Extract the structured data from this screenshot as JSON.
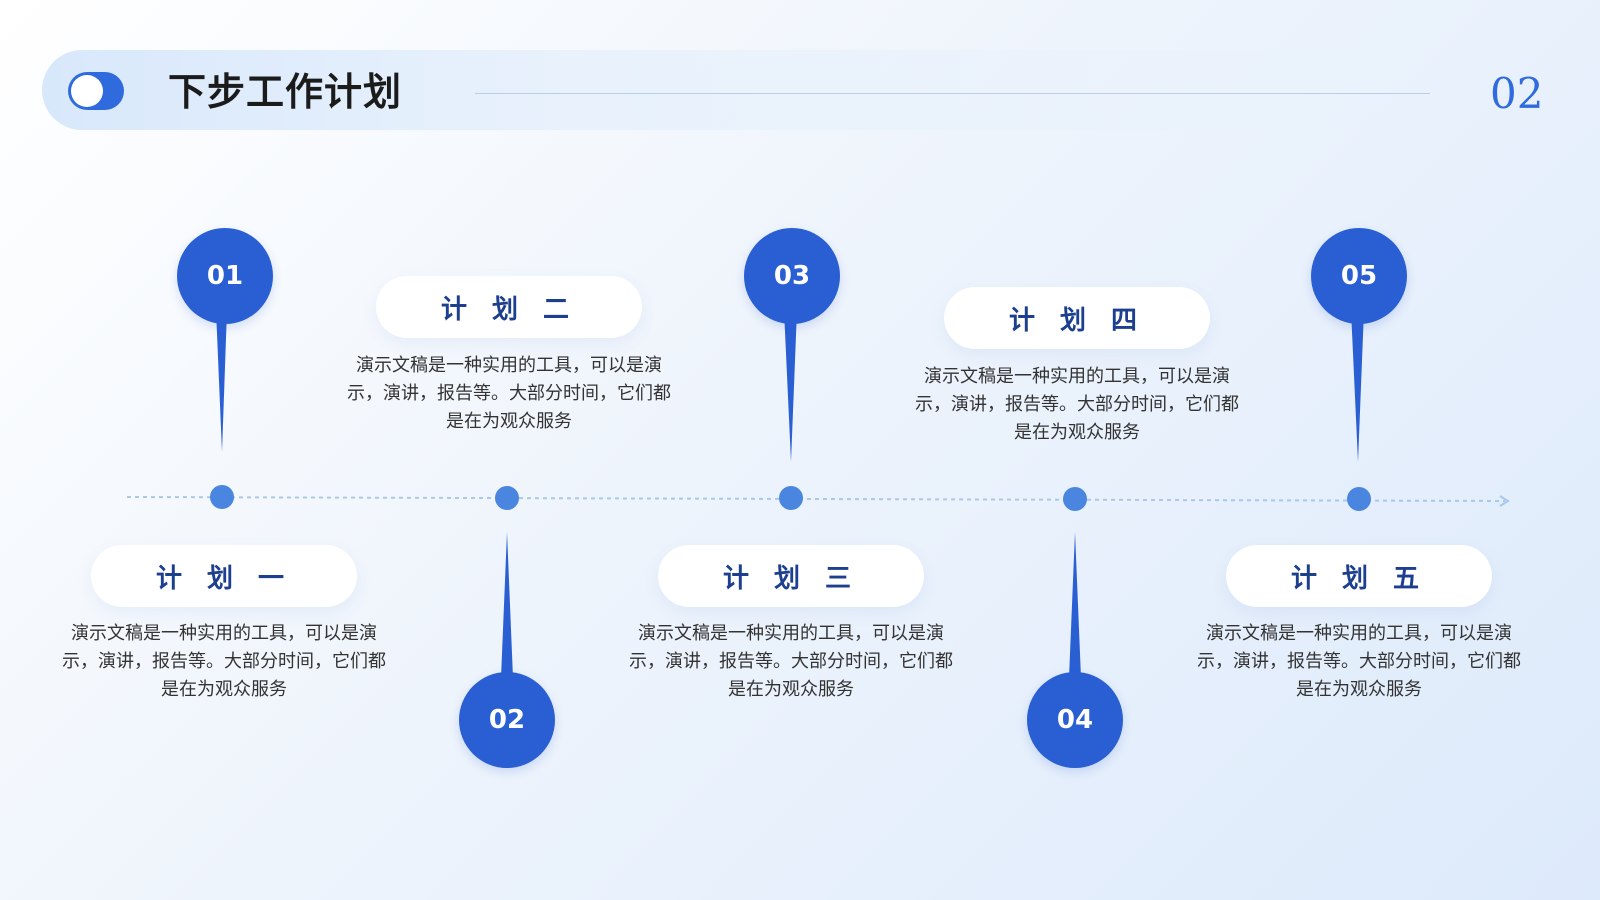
{
  "header": {
    "title": "下步工作计划",
    "page_number": "02"
  },
  "colors": {
    "accent": "#2a5fd4",
    "dot": "#4a86e0",
    "timeline_dash": "#a9c8ea",
    "pill_text": "#1d3f8f"
  },
  "plans": [
    {
      "number": "01",
      "title": "计 划 一",
      "desc": "演示文稿是一种实用的工具，可以是演示，演讲，报告等。大部分时间，它们都是在为观众服务"
    },
    {
      "number": "02",
      "title": "计 划 二",
      "desc": "演示文稿是一种实用的工具，可以是演示，演讲，报告等。大部分时间，它们都是在为观众服务"
    },
    {
      "number": "03",
      "title": "计 划 三",
      "desc": "演示文稿是一种实用的工具，可以是演示，演讲，报告等。大部分时间，它们都是在为观众服务"
    },
    {
      "number": "04",
      "title": "计 划 四",
      "desc": "演示文稿是一种实用的工具，可以是演示，演讲，报告等。大部分时间，它们都是在为观众服务"
    },
    {
      "number": "05",
      "title": "计 划 五",
      "desc": "演示文稿是一种实用的工具，可以是演示，演讲，报告等。大部分时间，它们都是在为观众服务"
    }
  ]
}
